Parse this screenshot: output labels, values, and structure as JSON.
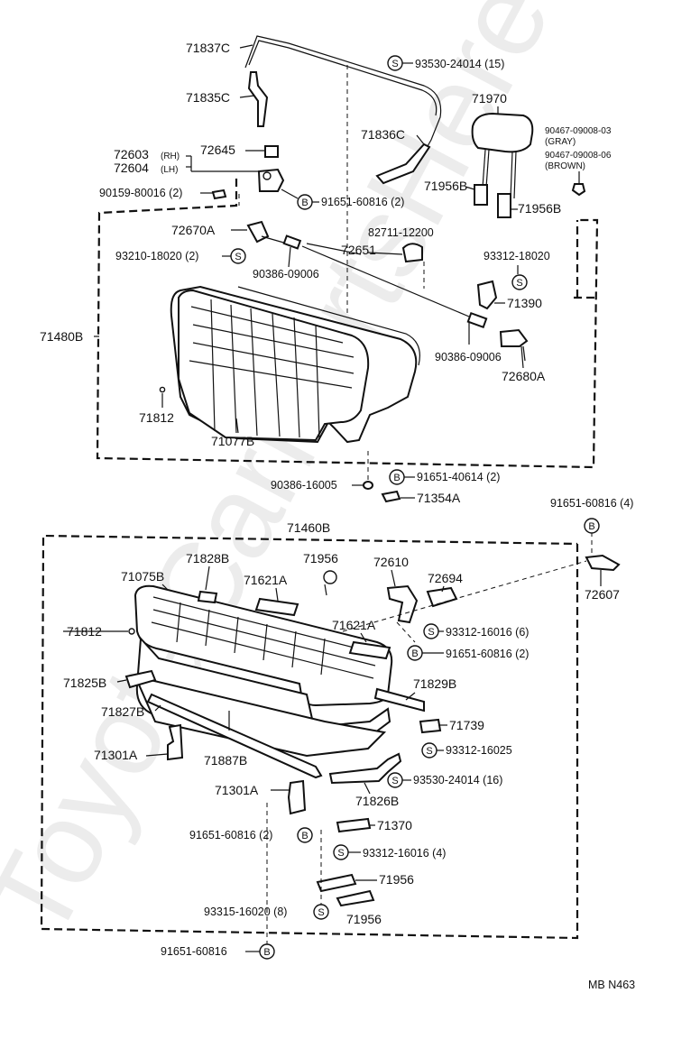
{
  "watermark": "ToyotaCarPartsHere.ru",
  "footer_code": "MB  N463",
  "symbols": {
    "screw": "S",
    "bolt": "B"
  },
  "labels": {
    "p71837c": "71837C",
    "p93530_24014_15": "93530-24014 (15)",
    "p71835c": "71835C",
    "p71970": "71970",
    "p71836c": "71836C",
    "p90467_03": "90467-09008-03",
    "gray": "(GRAY)",
    "p90467_06": "90467-09008-06",
    "brown": "(BROWN)",
    "p72603": "72603",
    "rh": "(RH)",
    "p72604": "72604",
    "lh": "(LH)",
    "p72645": "72645",
    "p90159": "90159-80016 (2)",
    "p91651_60816_2a": "91651-60816 (2)",
    "p71956b_a": "71956B",
    "p71956b_b": "71956B",
    "p72670a": "72670A",
    "p82711": "82711-12200",
    "p93210": "93210-18020 (2)",
    "p72651": "72651",
    "p93312_18020": "93312-18020",
    "p90386_09006_a": "90386-09006",
    "p71390": "71390",
    "p71480b": "71480B",
    "p90386_09006_b": "90386-09006",
    "p72680a": "72680A",
    "p71812_a": "71812",
    "p71077b": "71077B",
    "p90386_16005": "90386-16005",
    "p91651_40614": "91651-40614 (2)",
    "p71354a": "71354A",
    "p91651_60816_4": "91651-60816 (4)",
    "p71460b": "71460B",
    "p71828b": "71828B",
    "p71956_a": "71956",
    "p72610": "72610",
    "p71075b": "71075B",
    "p71621a_a": "71621A",
    "p72694": "72694",
    "p72607": "72607",
    "p71812_b": "71812",
    "p71621a_b": "71621A",
    "p93312_16016_6": "93312-16016 (6)",
    "p91651_60816_2b": "91651-60816 (2)",
    "p71825b": "71825B",
    "p71829b": "71829B",
    "p71827b": "71827B",
    "p71739": "71739",
    "p71301a_a": "71301A",
    "p71887b": "71887B",
    "p93312_16025": "93312-16025",
    "p93530_24014_16": "93530-24014 (16)",
    "p71301a_b": "71301A",
    "p71826b": "71826B",
    "p71370": "71370",
    "p91651_60816_2c": "91651-60816 (2)",
    "p93312_16016_4": "93312-16016 (4)",
    "p71956_b": "71956",
    "p93315": "93315-16020 (8)",
    "p71956_c": "71956",
    "p91651_60816_bottom": "91651-60816"
  }
}
